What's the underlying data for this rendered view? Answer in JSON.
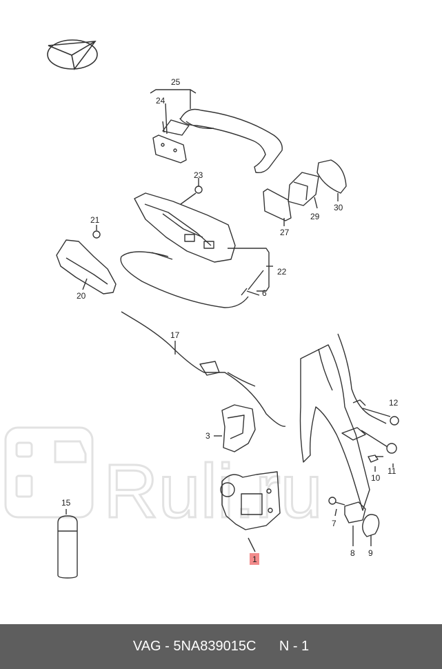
{
  "diagram": {
    "callouts": [
      "25",
      "24",
      "23",
      "29",
      "30",
      "27",
      "21",
      "22",
      "20",
      "6",
      "17",
      "12",
      "3",
      "11",
      "10",
      "15",
      "7",
      "8",
      "9",
      "1"
    ],
    "highlighted_callout": "1",
    "watermark_text": "Ruli.ru",
    "colors": {
      "line": "#333333",
      "highlight": "#f28b8b",
      "watermark": "#e2e2e2"
    }
  },
  "footer": {
    "part_label": "VAG - 5NA839015C",
    "position_label": "N - 1",
    "background": "#5e5e5e"
  }
}
